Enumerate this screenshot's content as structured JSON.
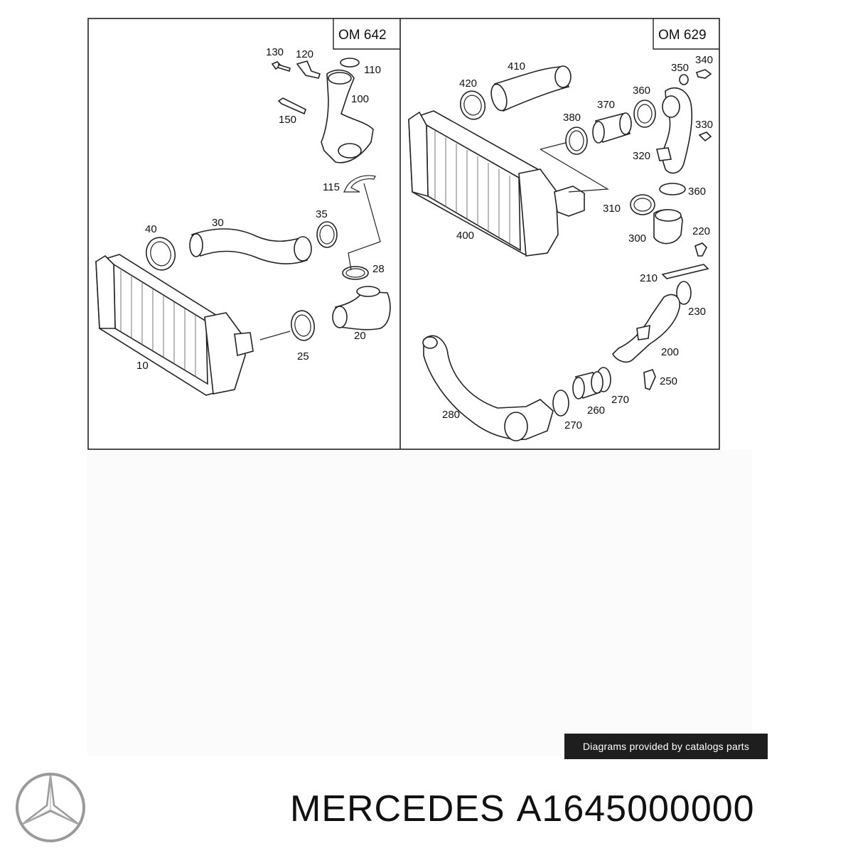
{
  "diagram": {
    "panels": [
      {
        "label": "OM 642"
      },
      {
        "label": "OM 629"
      }
    ],
    "callouts_left": [
      "130",
      "120",
      "110",
      "100",
      "150",
      "115",
      "40",
      "30",
      "35",
      "28",
      "10",
      "25",
      "20"
    ],
    "callouts_right": [
      "410",
      "420",
      "350",
      "340",
      "360",
      "370",
      "380",
      "330",
      "320",
      "360",
      "310",
      "300",
      "400",
      "220",
      "210",
      "230",
      "200",
      "250",
      "270",
      "260",
      "270",
      "280"
    ]
  },
  "credit": "Diagrams provided by catalogs parts",
  "brand": "MERCEDES",
  "part_number": "A1645000000",
  "logo": {
    "icon": "mercedes-star-icon",
    "color": "#9a9a9a"
  }
}
